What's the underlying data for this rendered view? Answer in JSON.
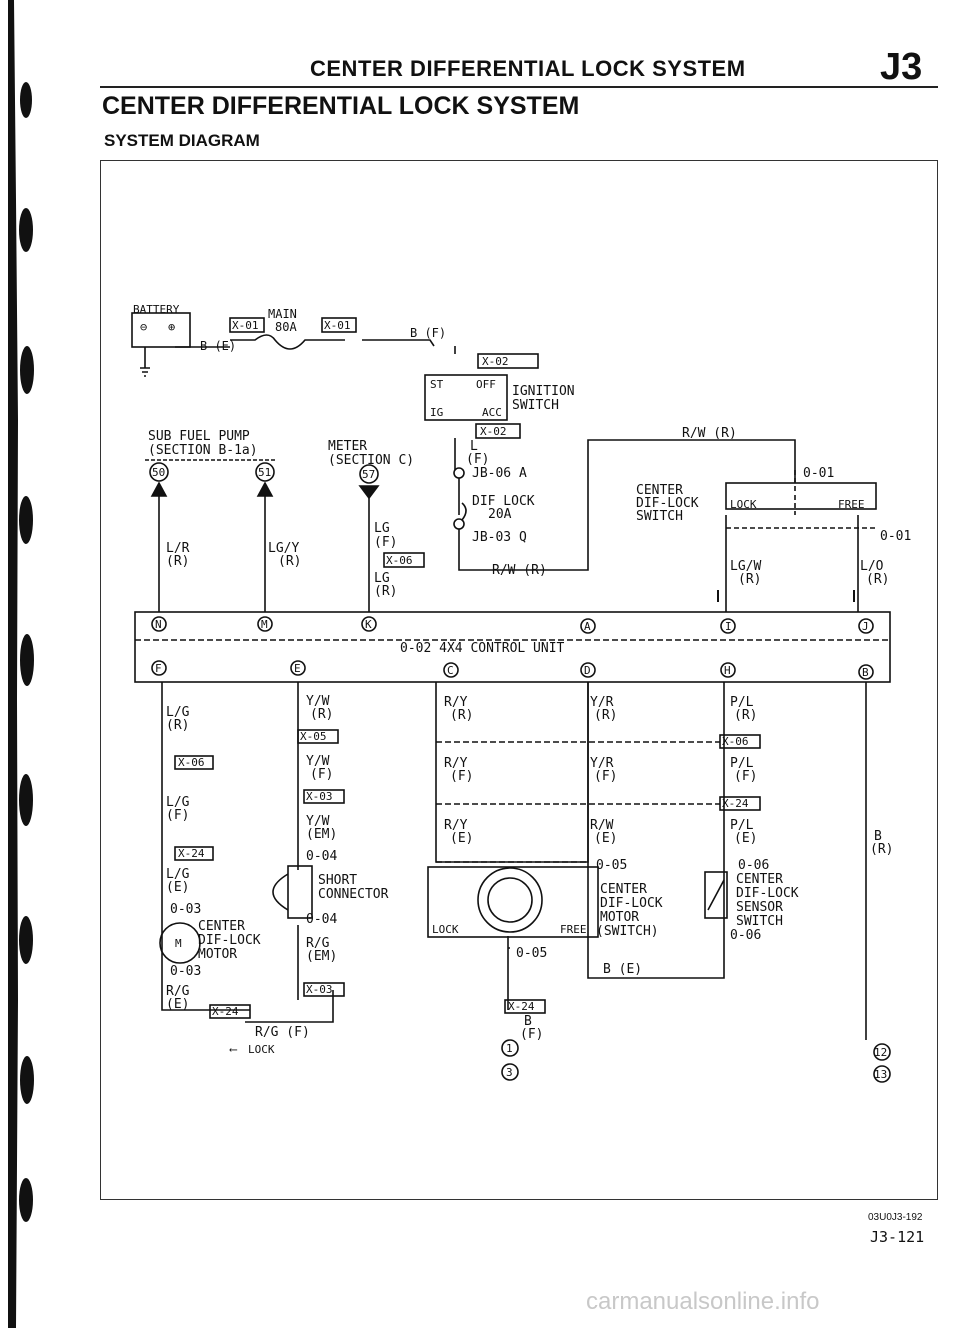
{
  "header": {
    "running_title": "CENTER DIFFERENTIAL LOCK SYSTEM",
    "section_code": "J3",
    "page_title": "CENTER DIFFERENTIAL LOCK SYSTEM",
    "subtitle": "SYSTEM DIAGRAM"
  },
  "diagram": {
    "battery": "BATTERY",
    "main_fuse": "MAIN",
    "main_fuse_rating": "80A",
    "conn_x01": "X-01",
    "conn_x02": "X-02",
    "conn_x03": "X-03",
    "conn_x05": "X-05",
    "conn_x06": "X-06",
    "conn_x24": "X-24",
    "wire_b_f": "B (F)",
    "wire_b_e": "B (E)",
    "ignition": "IGNITION",
    "switch": "SWITCH",
    "ign_st": "ST",
    "ign_off": "OFF",
    "ign_ig": "IG",
    "ign_acc": "ACC",
    "sub_fuel_pump": "SUB FUEL PUMP",
    "sub_fuel_pump_sec": "(SECTION B-1a)",
    "meter": "METER",
    "meter_sec": "(SECTION C)",
    "t50": "50",
    "t51": "51",
    "t57": "57",
    "w_l": "L",
    "w_f": "(F)",
    "jb06": "JB-06 A",
    "dif_lock": "DIF LOCK",
    "dif_lock_amp": "20A",
    "jb03": "JB-03 Q",
    "w_rw_r": "R/W (R)",
    "w_lr": "L/R",
    "w_r": "(R)",
    "w_lgy": "LG/Y",
    "w_lg": "LG",
    "o01": "0-01",
    "center": "CENTER",
    "dif_lock_sw": "DIF-LOCK",
    "switch_caps": "SWITCH",
    "lock": "LOCK",
    "free": "FREE",
    "w_lgw": "LG/W",
    "w_lo": "L/O",
    "pin_n": "N",
    "pin_m": "M",
    "pin_k": "K",
    "pin_a": "A",
    "pin_i": "I",
    "pin_j": "J",
    "control_unit": "0-02 4X4 CONTROL UNIT",
    "pin_f": "F",
    "pin_e": "E",
    "pin_c": "C",
    "pin_d": "D",
    "pin_h": "H",
    "pin_b": "B",
    "w_lg2": "L/G",
    "w_e": "(E)",
    "w_yw": "Y/W",
    "w_em": "(EM)",
    "w_ry": "R/Y",
    "w_yr": "Y/R",
    "w_pl": "P/L",
    "w_rw": "R/W",
    "w_b": "B",
    "o03": "0-03",
    "o04": "0-04",
    "o05": "0-05",
    "o06": "0-06",
    "motor_m": "M",
    "motor": "MOTOR",
    "short": "SHORT",
    "connector": "CONNECTOR",
    "w_rg": "R/G",
    "w_rg_f": "R/G (F)",
    "lock_arrow": "LOCK",
    "sw_paren": "(SWITCH)",
    "sensor": "SENSOR",
    "g1": "1",
    "g3": "3",
    "g12": "12",
    "g13": "13"
  },
  "footer": {
    "figure_id": "03U0J3-192",
    "page_number": "J3-121",
    "watermark": "carmanualsonline.info"
  }
}
